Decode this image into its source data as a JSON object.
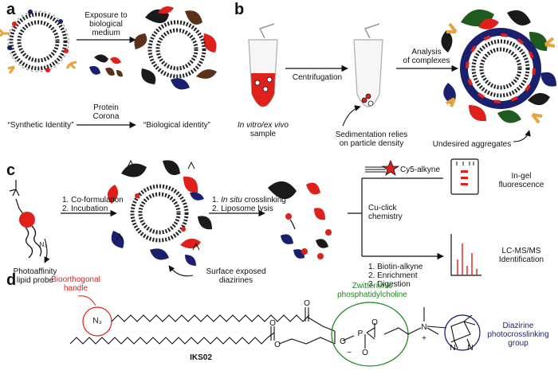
{
  "panels": [
    "a",
    "b",
    "c",
    "d"
  ],
  "a": {
    "arrow_top_lines": [
      "Exposure to",
      "biological",
      "medium"
    ],
    "arrow_bottom_lines": [
      "Protein",
      "Corona"
    ],
    "synthetic_identity": "“Synthetic Identity”",
    "biological_identity": "“Biological identity”"
  },
  "b": {
    "sample_prefix": "In vitro/ex vivo",
    "sample_suffix": "sample",
    "centrifugation": "Centrifugation",
    "analysis_lines": [
      "Analysis",
      "of complexes"
    ],
    "sedimentation_lines": [
      "Sedimentation relies",
      "on particle density"
    ],
    "aggregates": "Undesired aggregates"
  },
  "c": {
    "step1_lines": [
      "1. Co-formulation",
      "2. Incubation"
    ],
    "step2_prefix": "1. ",
    "step2_italic": "In situ",
    "step2_suffix": " crosslinking",
    "step2_line2": "2. Liposome lysis",
    "cy5": "Cy5-alkyne",
    "cu_click_lines": [
      "Cu-click",
      "chemistry"
    ],
    "workflow_lines": [
      "1. Biotin-alkyne",
      "2. Enrichment",
      "3. Digestion"
    ],
    "ingel_lines": [
      "In-gel",
      "fluorescence"
    ],
    "lcms_lines": [
      "LC-MS/MS",
      "Identification"
    ],
    "probe_lines": [
      "Photoaffinity",
      "lipid probe"
    ],
    "diazirines_lines": [
      "Surface exposed",
      "diazirines"
    ],
    "azide_label": "N₃"
  },
  "d": {
    "handle_lines": [
      "Bioorthogonal",
      "handle"
    ],
    "zwitterionic_lines": [
      "Zwitterionic",
      "phosphatidylcholine"
    ],
    "diazirine_lines": [
      "Diazirine",
      "photocrosslinking",
      "group"
    ],
    "compound": "IKS02",
    "azide": "N₃",
    "atoms": {
      "O": "O",
      "P": "P",
      "N": "N",
      "plus": "+",
      "minus": "−"
    }
  },
  "colors": {
    "red": "#e0201a",
    "green": "#1e8a1e",
    "navy": "#1a1f6e",
    "dark_green": "#1f5a1f",
    "orange": "#e8a33a",
    "brown": "#5a3219",
    "black": "#1a1a1a"
  }
}
